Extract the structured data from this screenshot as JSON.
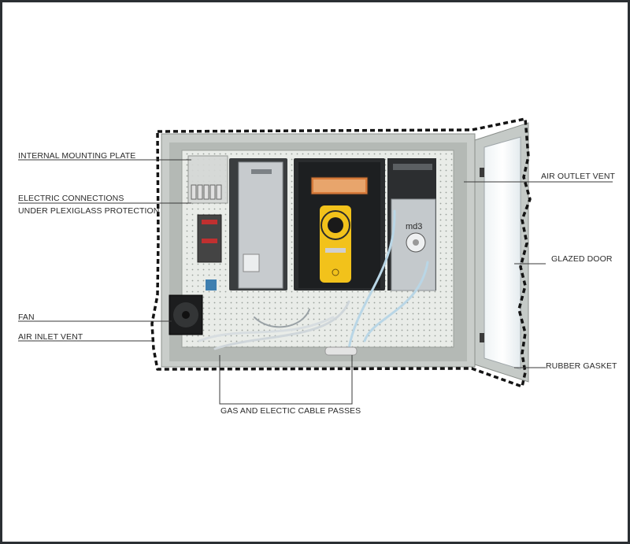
{
  "labels": {
    "internal_mounting_plate": "INTERNAL MOUNTING PLATE",
    "electric_connections_line1": "ELECTRIC CONNECTIONS",
    "electric_connections_line2": "UNDER PLEXIGLASS PROTECTION",
    "fan": "FAN",
    "air_inlet_vent": "AIR INLET VENT",
    "gas_cable_passes": "GAS AND ELECTIC CABLE PASSES",
    "air_outlet_vent": "AIR OUTLET VENT",
    "glazed_door": "GLAZED DOOR",
    "rubber_gasket": "RUBBER GASKET"
  },
  "device_text": {
    "pump_brand": "md3"
  },
  "colors": {
    "background_frame": "#2b2f33",
    "accent_yellow": "#f2c21b",
    "cabinet_grey": "#c8ccc9",
    "gasket_dash": "#1a1a1a"
  }
}
